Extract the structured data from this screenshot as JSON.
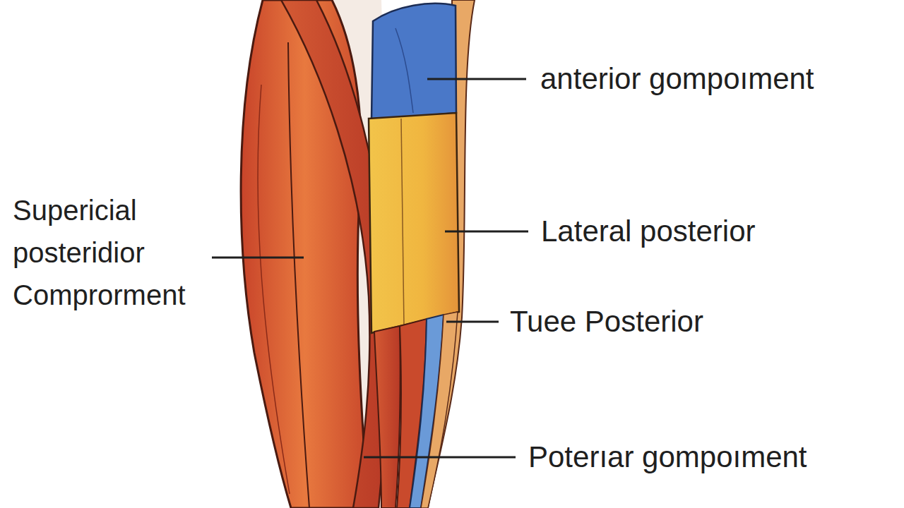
{
  "diagram": {
    "labels": [
      "anterior gompoıment",
      "Supericial posteridior Comprorment",
      "Lateral posterior",
      "Tuee Posterior",
      "Poterıar gompoıment"
    ]
  }
}
